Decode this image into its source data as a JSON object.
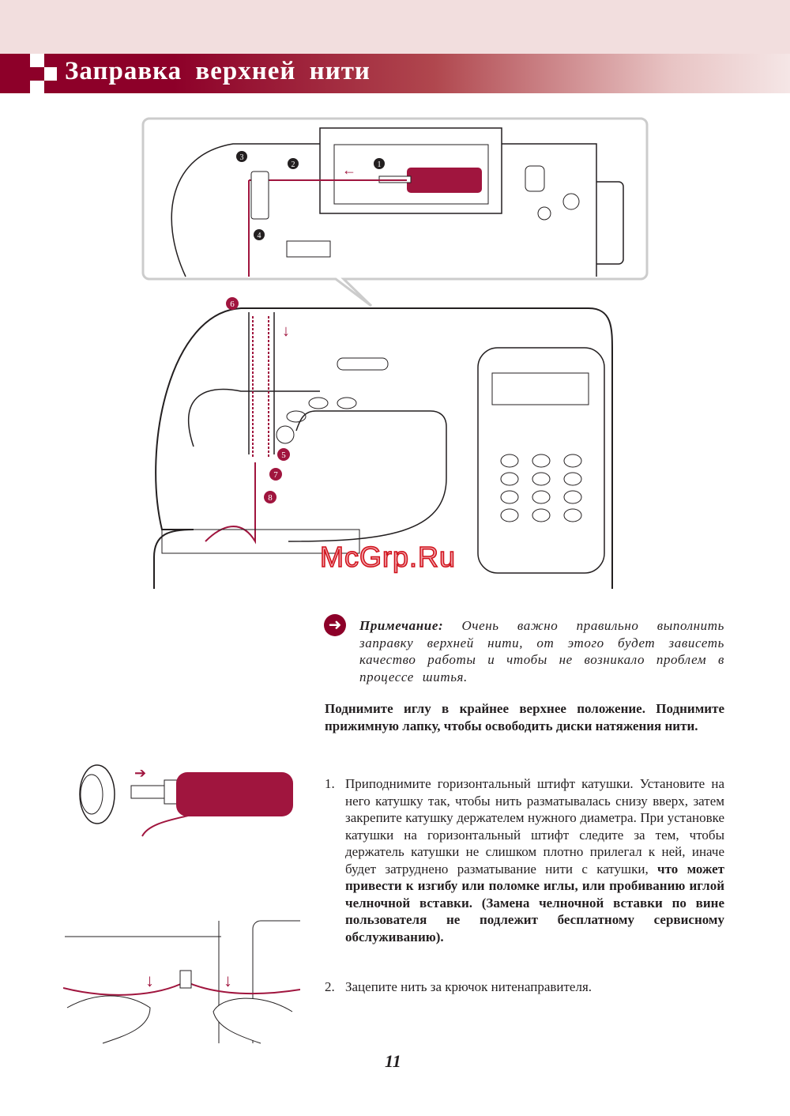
{
  "header": {
    "title": "Заправка верхней нити"
  },
  "figure": {
    "step_numbers": [
      "1",
      "2",
      "3",
      "4",
      "5",
      "6",
      "7",
      "8"
    ]
  },
  "note": {
    "label": "Примечание:",
    "text": "Очень важно правильно выполнить заправку верхней нити, от этого будет зависеть качество работы и чтобы не возникало проблем в процессе шитья."
  },
  "instruction": {
    "text": "Поднимите иглу в крайнее верхнее положение. Поднимите прижимную лапку, чтобы освободить диски натяжения нити."
  },
  "steps": [
    {
      "number": "1.",
      "text": "Приподнимите горизонтальный штифт катушки. Установите на него катушку так, чтобы нить разматывалась снизу вверх, затем закрепите катушку держателем нужного диаметра. При установке катушки на горизонтальный штифт следите за тем, чтобы держатель катушки не слишком плотно прилегал к ней, иначе будет затруднено разматывание нити с катушки,",
      "bold_text": "что может привести к изгибу или поломке иглы, или пробиванию иглой челночной вставки. (Замена челночной вставки по вине пользователя не подлежит бесплатному сервисному обслуживанию)."
    },
    {
      "number": "2.",
      "text": "Зацепите нить за крючок нитенаправителя."
    }
  ],
  "page_number": "11",
  "watermark": "McGrp.Ru",
  "colors": {
    "accent": "#8d0029",
    "thread": "#a0153e"
  }
}
